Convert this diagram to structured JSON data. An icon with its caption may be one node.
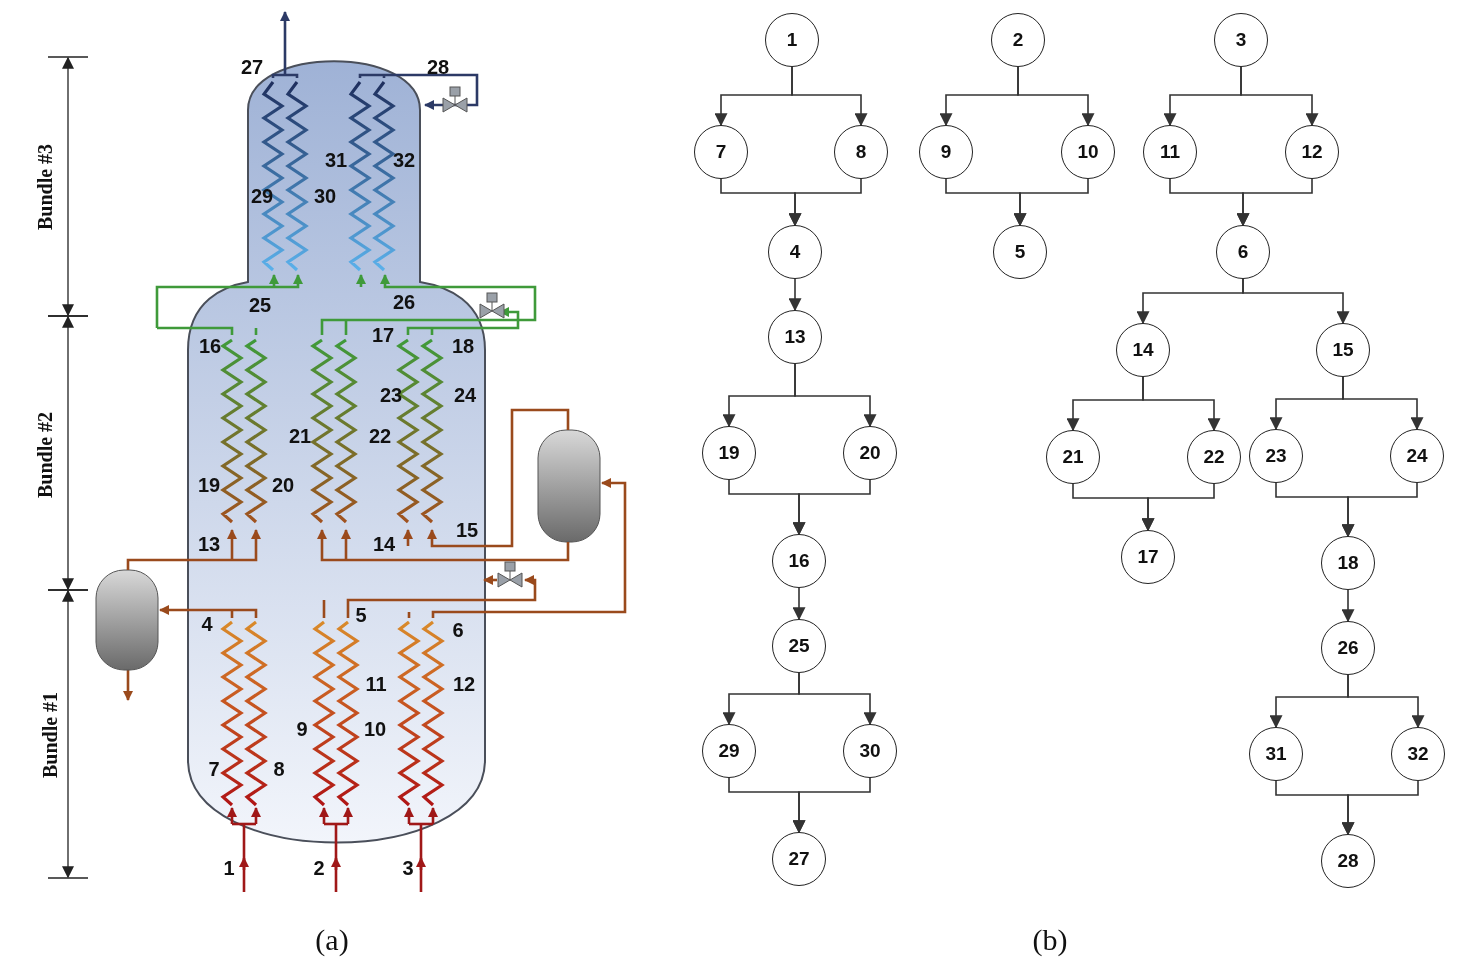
{
  "diagram": {
    "nodes": [
      {
        "text": [
          "1"
        ]
      },
      {
        "text": [
          "2"
        ]
      },
      {
        "text": [
          "3"
        ]
      },
      {
        "text": [
          "7"
        ]
      },
      {
        "text": [
          "8"
        ]
      },
      {
        "text": [
          "9"
        ]
      },
      {
        "text": [
          "10"
        ]
      },
      {
        "text": [
          "11"
        ]
      },
      {
        "text": [
          "12"
        ]
      },
      {
        "text": [
          "4"
        ]
      },
      {
        "text": [
          "5"
        ]
      },
      {
        "text": [
          "6"
        ]
      },
      {
        "text": [
          "13"
        ]
      },
      {
        "text": [
          "14"
        ]
      },
      {
        "text": [
          "15"
        ]
      },
      {
        "text": [
          "19"
        ]
      },
      {
        "text": [
          "20"
        ]
      },
      {
        "text": [
          "21"
        ]
      },
      {
        "text": [
          "22"
        ]
      },
      {
        "text": [
          "23"
        ]
      },
      {
        "text": [
          "24"
        ]
      },
      {
        "text": [
          "16"
        ]
      },
      {
        "text": [
          "17"
        ]
      },
      {
        "text": [
          "18"
        ]
      },
      {
        "text": [
          "25"
        ]
      },
      {
        "text": [
          "26"
        ]
      },
      {
        "text": [
          "29"
        ]
      },
      {
        "text": [
          "30"
        ]
      },
      {
        "text": [
          "31"
        ]
      },
      {
        "text": [
          "32"
        ]
      },
      {
        "text": [
          "27"
        ]
      },
      {
        "text": [
          "28"
        ]
      }
    ],
    "edges": [
      {
        "from": 0,
        "to": 3,
        "arrow": "to"
      },
      {
        "from": 0,
        "to": 4,
        "arrow": "to"
      },
      {
        "from": 3,
        "to": 9,
        "arrow": "to"
      },
      {
        "from": 4,
        "to": 9,
        "arrow": "to"
      },
      {
        "from": 9,
        "to": 12,
        "arrow": "to"
      },
      {
        "from": 12,
        "to": 15,
        "arrow": "to"
      },
      {
        "from": 12,
        "to": 16,
        "arrow": "to"
      },
      {
        "from": 15,
        "to": 21,
        "arrow": "to"
      },
      {
        "from": 16,
        "to": 21,
        "arrow": "to"
      },
      {
        "from": 21,
        "to": 24,
        "arrow": "to"
      },
      {
        "from": 24,
        "to": 26,
        "arrow": "to"
      },
      {
        "from": 24,
        "to": 27,
        "arrow": "to"
      },
      {
        "from": 26,
        "to": 30,
        "arrow": "to"
      },
      {
        "from": 27,
        "to": 30,
        "arrow": "to"
      },
      {
        "from": 1,
        "to": 5,
        "arrow": "to"
      },
      {
        "from": 1,
        "to": 6,
        "arrow": "to"
      },
      {
        "from": 5,
        "to": 10,
        "arrow": "to"
      },
      {
        "from": 6,
        "to": 10,
        "arrow": "to"
      },
      {
        "from": 2,
        "to": 7,
        "arrow": "to"
      },
      {
        "from": 2,
        "to": 8,
        "arrow": "to"
      },
      {
        "from": 7,
        "to": 11,
        "arrow": "to"
      },
      {
        "from": 8,
        "to": 11,
        "arrow": "to"
      },
      {
        "from": 11,
        "to": 13,
        "arrow": "to"
      },
      {
        "from": 11,
        "to": 14,
        "arrow": "to"
      },
      {
        "from": 13,
        "to": 17,
        "arrow": "to"
      },
      {
        "from": 13,
        "to": 18,
        "arrow": "to"
      },
      {
        "from": 17,
        "to": 22,
        "arrow": "to"
      },
      {
        "from": 18,
        "to": 22,
        "arrow": "to"
      },
      {
        "from": 14,
        "to": 19,
        "arrow": "to"
      },
      {
        "from": 14,
        "to": 20,
        "arrow": "to"
      },
      {
        "from": 19,
        "to": 23,
        "arrow": "to"
      },
      {
        "from": 20,
        "to": 23,
        "arrow": "to"
      },
      {
        "from": 23,
        "to": 25,
        "arrow": "to"
      },
      {
        "from": 25,
        "to": 28,
        "arrow": "to"
      },
      {
        "from": 25,
        "to": 29,
        "arrow": "to"
      },
      {
        "from": 28,
        "to": 31,
        "arrow": "to"
      },
      {
        "from": 29,
        "to": 31,
        "arrow": "to"
      }
    ],
    "labels": [
      "Bundle #3",
      "Bundle #2",
      "Bundle #1",
      "27",
      "28",
      "31",
      "32",
      "29",
      "30",
      "25",
      "26",
      "17",
      "16",
      "18",
      "23",
      "24",
      "21",
      "22",
      "19",
      "20",
      "13",
      "15",
      "14",
      "4",
      "5",
      "6",
      "11",
      "12",
      "9",
      "10",
      "7",
      "8",
      "1",
      "2",
      "3",
      "(a)",
      "(b)"
    ]
  }
}
